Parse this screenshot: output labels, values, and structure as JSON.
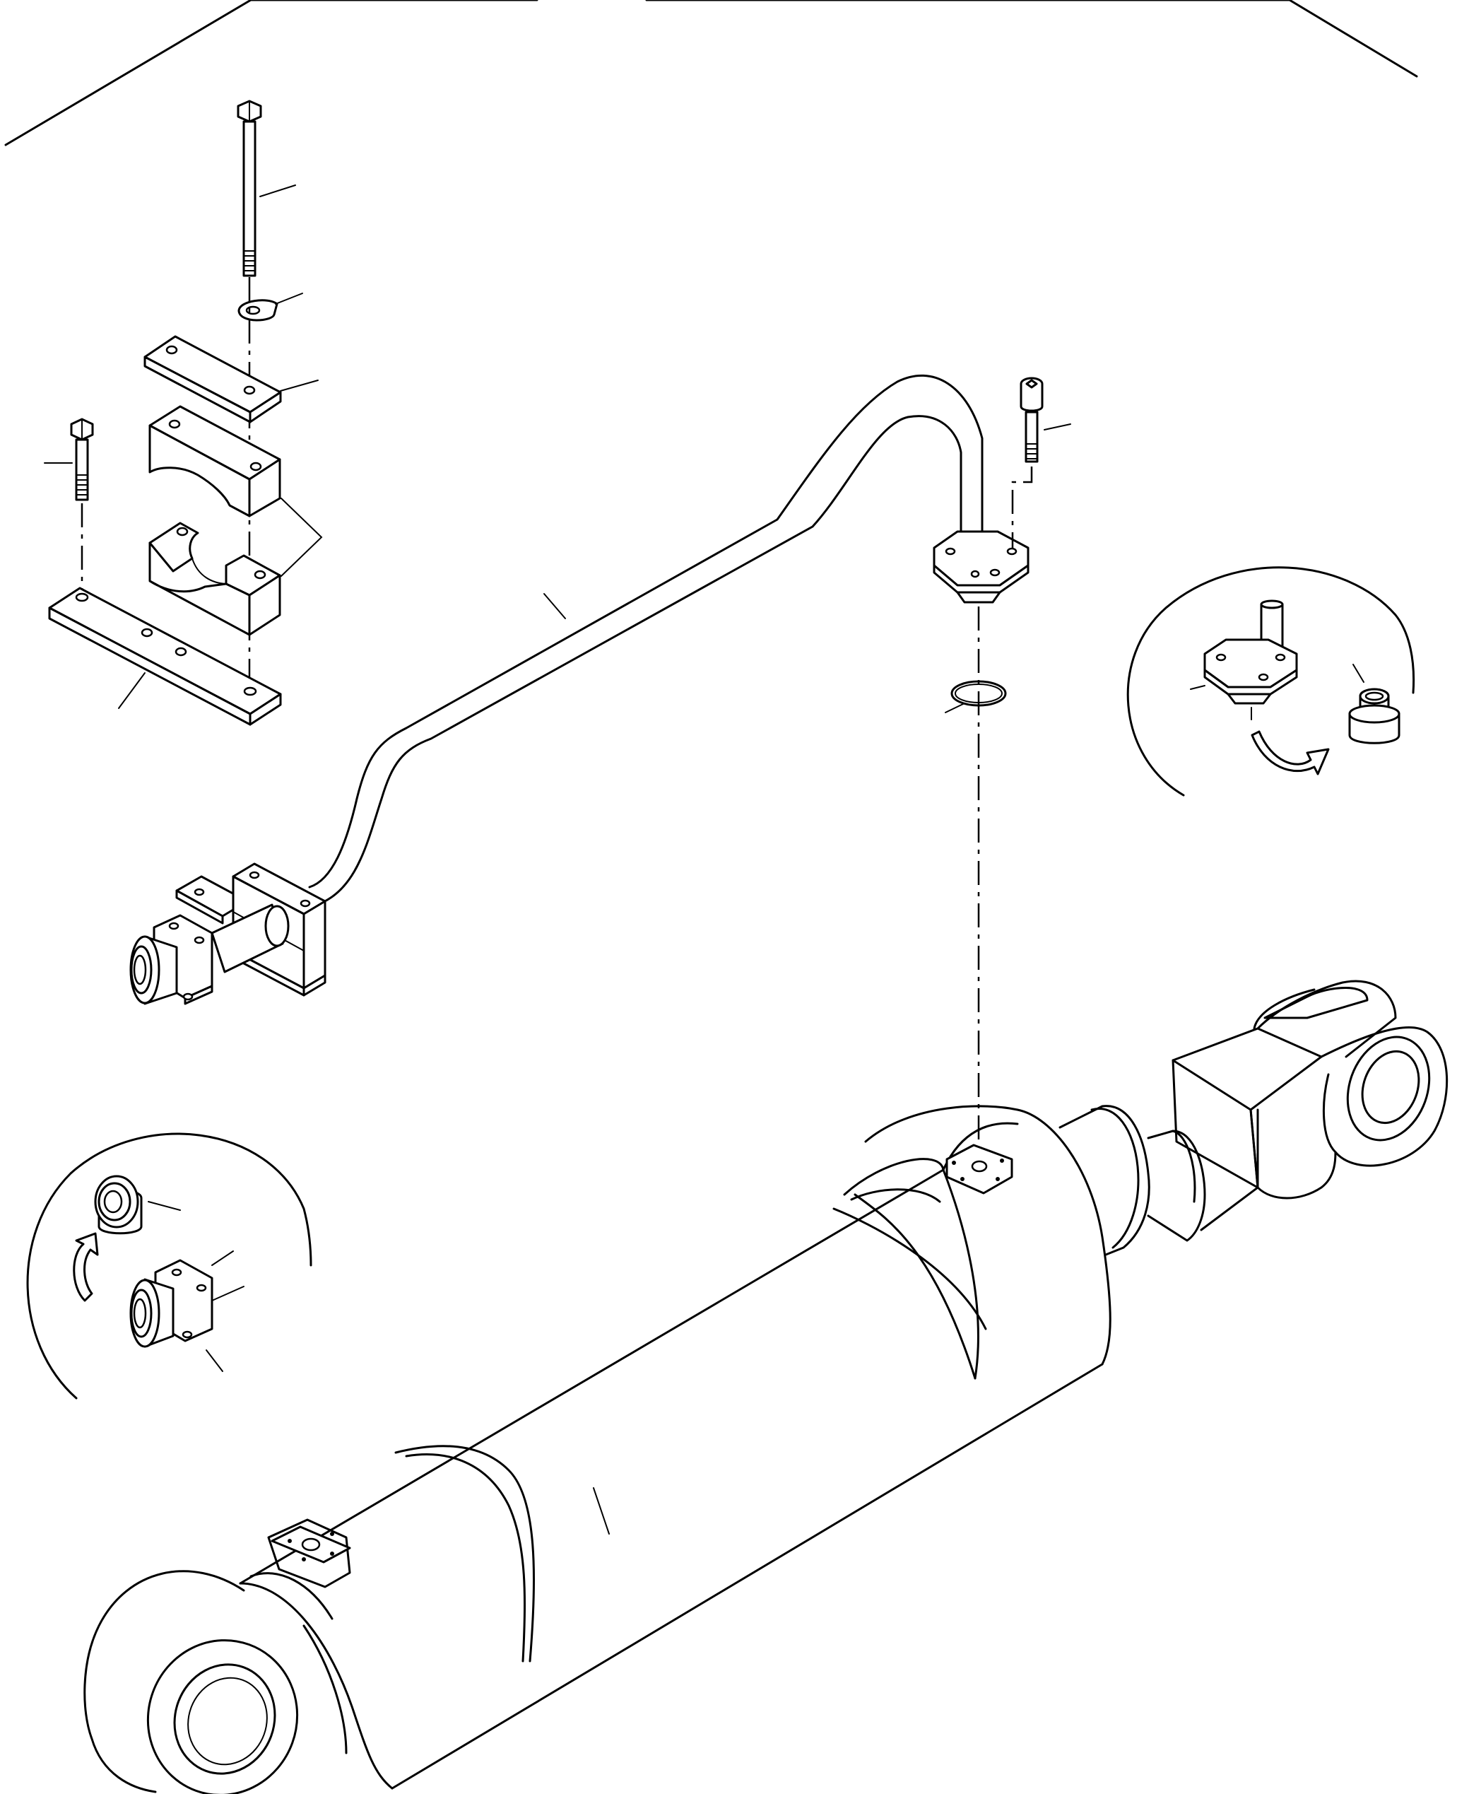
{
  "drawing": {
    "parts": [
      {
        "id": "long-bolt"
      },
      {
        "id": "lock-washer"
      },
      {
        "id": "clamp-top-plate"
      },
      {
        "id": "clamp-halves"
      },
      {
        "id": "short-bolt"
      },
      {
        "id": "clamp-base-plate"
      },
      {
        "id": "hydraulic-tube"
      },
      {
        "id": "socket-cap-screw"
      },
      {
        "id": "o-ring"
      },
      {
        "id": "tube-flange"
      },
      {
        "id": "blind-plug-right"
      },
      {
        "id": "blind-plug-left"
      },
      {
        "id": "flange-fitting-left"
      },
      {
        "id": "hydraulic-cylinder"
      }
    ],
    "detail_views": 2
  }
}
